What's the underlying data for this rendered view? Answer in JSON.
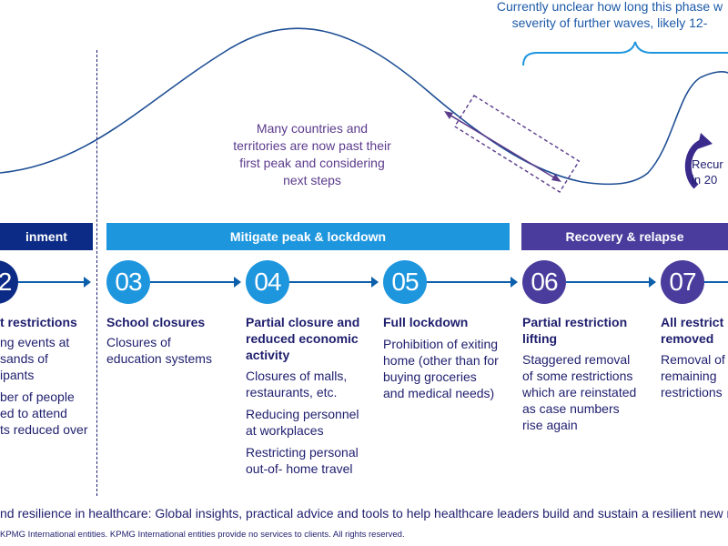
{
  "colors": {
    "navy": "#1e1e6e",
    "dark_blue": "#0b2b86",
    "mid_blue": "#0b5fab",
    "light_blue": "#1e96de",
    "purple": "#5b3b8c",
    "recovery_purple": "#4a3c9c"
  },
  "notes": {
    "top_line1": "Currently unclear how long this phase w",
    "top_line2": "severity of further waves, likely 12-",
    "peak_line1": "Many countries and",
    "peak_line2": "territories are now past their",
    "peak_line3": "first peak and considering",
    "peak_line4": "next steps",
    "recur_line1": "Recur",
    "recur_line2": "in 20"
  },
  "phases": {
    "containment": "inment",
    "mitigate": "Mitigate peak & lockdown",
    "recovery": "Recovery & relapse"
  },
  "steps": [
    {
      "number": "2",
      "title_l1": "t restrictions",
      "desc": [
        "ng events at",
        "sands of",
        "ipants",
        "ber of people",
        "ed to attend",
        "ts reduced over"
      ]
    },
    {
      "number": "03",
      "title_l1": "School closures",
      "desc": [
        "Closures of",
        "education systems"
      ]
    },
    {
      "number": "04",
      "title_l1": "Partial closure and",
      "title_l2": "reduced economic",
      "title_l3": "activity",
      "desc": [
        "Closures of malls,",
        "restaurants, etc.",
        "Reducing personnel",
        "at workplaces",
        "Restricting personal",
        "out-of- home travel"
      ]
    },
    {
      "number": "05",
      "title_l1": "Full lockdown",
      "desc": [
        "Prohibition of exiting",
        "home (other than for",
        "buying groceries",
        "and medical needs)"
      ]
    },
    {
      "number": "06",
      "title_l1": "Partial restriction",
      "title_l2": "lifting",
      "desc": [
        "Staggered removal",
        "of some restrictions",
        "which are reinstated",
        "as case numbers",
        "rise again"
      ]
    },
    {
      "number": "07",
      "title_l1": "All restrict",
      "title_l2": "removed",
      "desc": [
        "Removal of",
        "remaining",
        "restrictions"
      ]
    }
  ],
  "footer": {
    "line1": "nd resilience in healthcare: Global insights, practical advice and tools to help healthcare leaders build and sustain a resilient new realit",
    "line2": "KPMG International entities. KPMG International entities provide no services to clients. All rights reserved."
  }
}
